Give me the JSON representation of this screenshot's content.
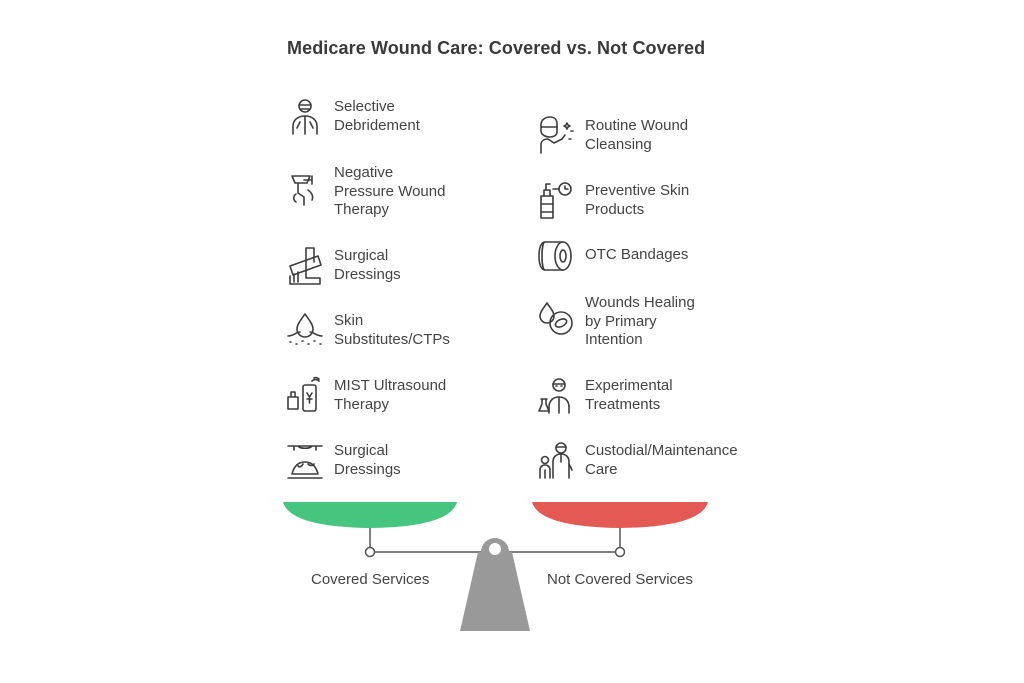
{
  "title": "Medicare Wound Care: Covered vs. Not Covered",
  "colors": {
    "covered": "#46c57f",
    "not_covered": "#e45954",
    "beam": "#555555",
    "fulcrum": "#999999",
    "icon_stroke": "#3d3d3d"
  },
  "covered": {
    "caption": "Covered Services",
    "items": [
      {
        "label": "Selective\nDebridement",
        "icon": "surgeon-icon"
      },
      {
        "label": "Negative\nPressure Wound\nTherapy",
        "icon": "pump-device-icon"
      },
      {
        "label": "Surgical\nDressings",
        "icon": "bandaged-arm-icon"
      },
      {
        "label": "Skin\nSubstitutes/CTPs",
        "icon": "skin-droplet-icon"
      },
      {
        "label": "MIST Ultrasound\nTherapy",
        "icon": "ultrasound-device-icon"
      },
      {
        "label": "Surgical\nDressings",
        "icon": "operating-table-icon"
      }
    ]
  },
  "not_covered": {
    "caption": "Not Covered Services",
    "items": [
      {
        "label": "Routine Wound\nCleansing",
        "icon": "cleansing-person-icon"
      },
      {
        "label": "Preventive Skin\nProducts",
        "icon": "lotion-bottle-icon"
      },
      {
        "label": "OTC Bandages",
        "icon": "bandage-roll-icon"
      },
      {
        "label": "Wounds Healing\nby Primary\nIntention",
        "icon": "healing-drop-icon"
      },
      {
        "label": "Experimental\nTreatments",
        "icon": "scientist-icon"
      },
      {
        "label": "Custodial/Maintenance\nCare",
        "icon": "caregiver-icon"
      }
    ]
  }
}
